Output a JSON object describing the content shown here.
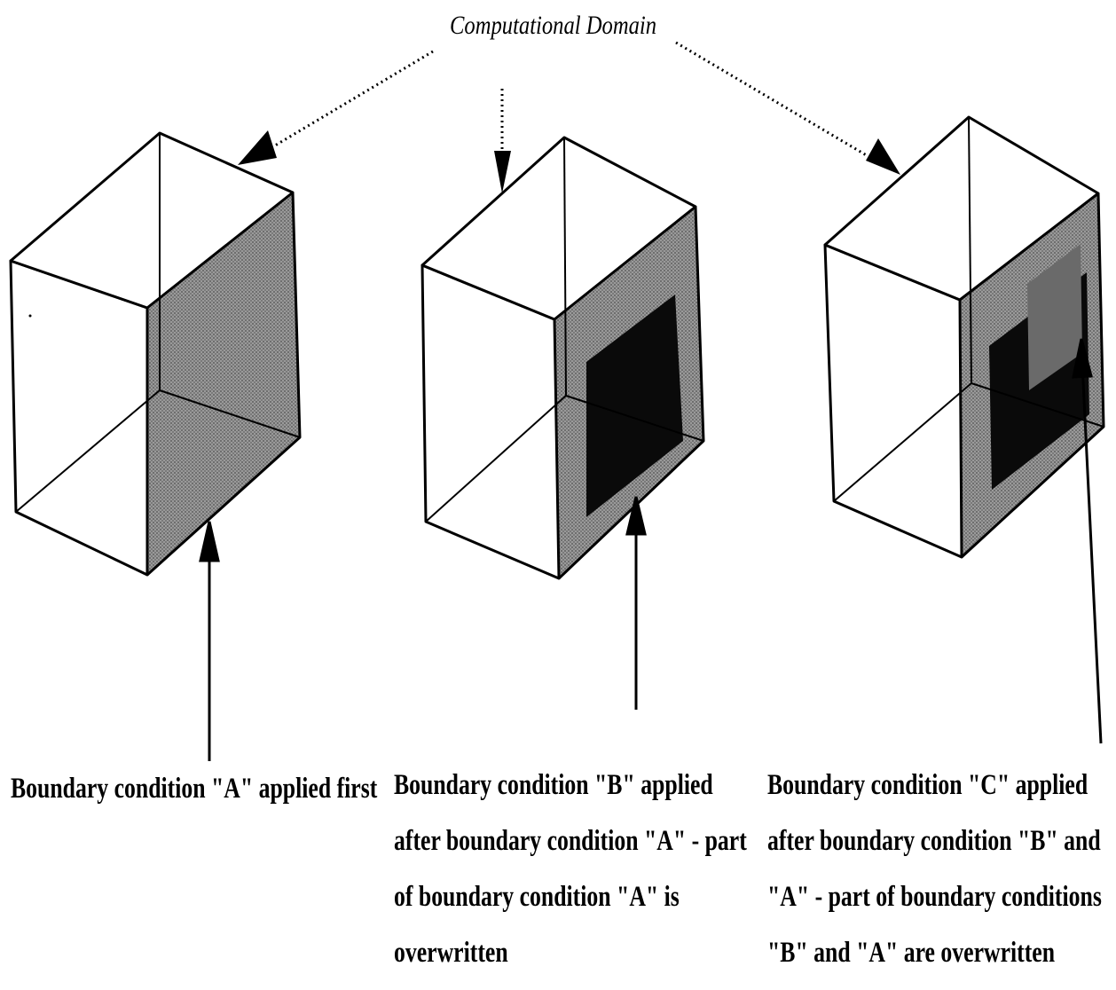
{
  "title": "Computational Domain",
  "colors": {
    "line": "#000000",
    "shade": "#8a8a8a",
    "dark": "#0a0a0a",
    "background": "#ffffff"
  },
  "panels": [
    {
      "id": "a",
      "caption_lines": [
        "Boundary condition \"A\" applied first"
      ]
    },
    {
      "id": "b",
      "caption_lines": [
        "Boundary condition \"B\" applied",
        "after boundary condition \"A\" - part",
        "of boundary condition \"A\" is",
        "overwritten"
      ]
    },
    {
      "id": "c",
      "caption_lines": [
        "Boundary condition \"C\" applied",
        "after boundary condition \"B\" and",
        "\"A\" - part of boundary conditions",
        "\"B\" and \"A\" are overwritten"
      ]
    }
  ]
}
